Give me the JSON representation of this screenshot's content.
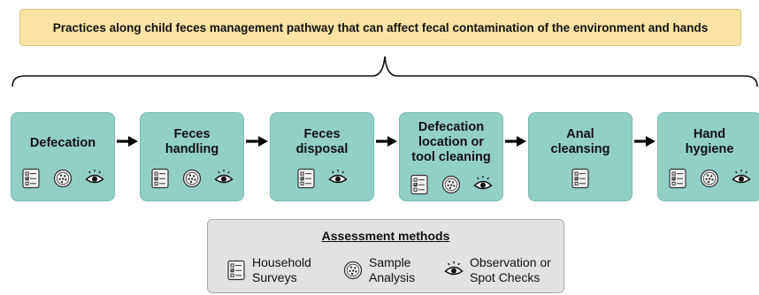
{
  "title": "Practices along child feces management pathway that can affect fecal contamination of the environment and hands",
  "steps": [
    {
      "label": "Defecation",
      "methods": [
        "survey",
        "sample",
        "observation"
      ]
    },
    {
      "label": "Feces\nhandling",
      "methods": [
        "survey",
        "sample",
        "observation"
      ]
    },
    {
      "label": "Feces\ndisposal",
      "methods": [
        "survey",
        "observation"
      ]
    },
    {
      "label": "Defecation\nlocation or\ntool cleaning",
      "methods": [
        "survey",
        "sample",
        "observation"
      ]
    },
    {
      "label": "Anal\ncleansing",
      "methods": [
        "survey"
      ]
    },
    {
      "label": "Hand\nhygiene",
      "methods": [
        "survey",
        "sample",
        "observation"
      ]
    }
  ],
  "legend": {
    "title": "Assessment methods",
    "items": [
      {
        "key": "survey",
        "label": "Household\nSurveys",
        "icon": "survey-icon"
      },
      {
        "key": "sample",
        "label": "Sample\nAnalysis",
        "icon": "sample-analysis-icon"
      },
      {
        "key": "observation",
        "label": "Observation or\nSpot Checks",
        "icon": "eye-icon"
      }
    ]
  },
  "colors": {
    "title_bg": "#fbe3a3",
    "step_bg": "#92d0c6",
    "legend_bg": "#e2e2e2"
  }
}
